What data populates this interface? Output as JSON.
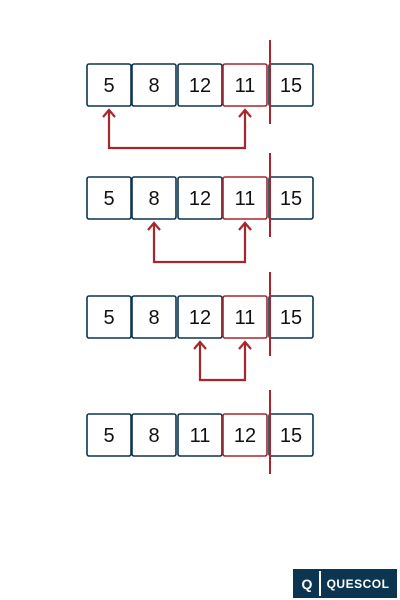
{
  "rows": [
    {
      "values": [
        "5",
        "8",
        "12",
        "11",
        "15"
      ],
      "highlight": 3,
      "swap": [
        0,
        3
      ]
    },
    {
      "values": [
        "5",
        "8",
        "12",
        "11",
        "15"
      ],
      "highlight": 3,
      "swap": [
        1,
        3
      ]
    },
    {
      "values": [
        "5",
        "8",
        "12",
        "11",
        "15"
      ],
      "highlight": 3,
      "swap": [
        2,
        3
      ]
    },
    {
      "values": [
        "5",
        "8",
        "11",
        "12",
        "15"
      ],
      "highlight": 3,
      "swap": null
    }
  ],
  "divider_after_index": 3,
  "colors": {
    "box": "#0b3550",
    "accent": "#a8262b",
    "text": "#111111"
  },
  "logo": {
    "mark": "Q",
    "name": "QUESCOL"
  }
}
